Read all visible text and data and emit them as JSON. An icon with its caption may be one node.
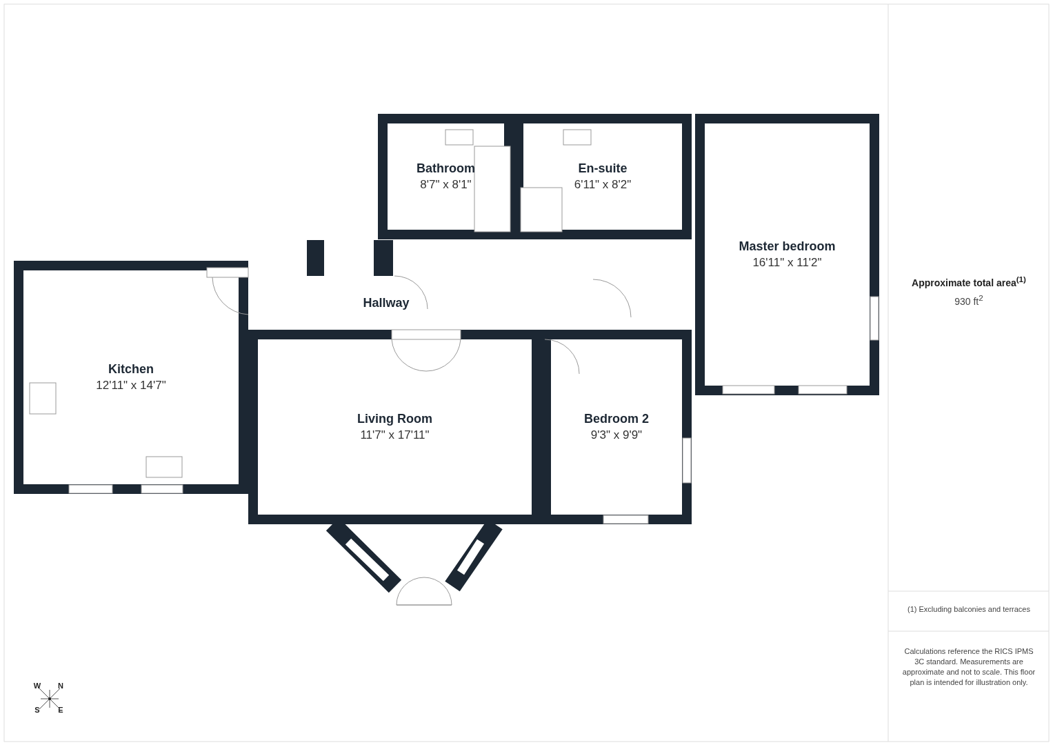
{
  "diagram": {
    "nodes": [
      {
        "text": [
          "Bathroom",
          "8'7\" x 8'1\""
        ]
      },
      {
        "text": [
          "En-suite",
          "6'11\" x 8'2\""
        ]
      },
      {
        "text": [
          "Master bedroom",
          "16'11\" x 11'2\""
        ]
      },
      {
        "text": [
          "Kitchen",
          "12'11\" x 14'7\""
        ]
      },
      {
        "text": [
          "Hallway"
        ]
      },
      {
        "text": [
          "Living Room",
          "11'7\" x 17'11\""
        ]
      },
      {
        "text": [
          "Bedroom 2",
          "9'3\" x 9'9\""
        ]
      }
    ],
    "labels": [
      "Approximate total area$^{(1)}$",
      "930 ft$^{2}$",
      "(1) Excluding balconies and terraces",
      "Calculations reference the RICS IPMS 3C standard. Measurements are approximate and not to scale. This floor plan is intended for illustration only.",
      "W",
      "N",
      "S",
      "E"
    ]
  }
}
